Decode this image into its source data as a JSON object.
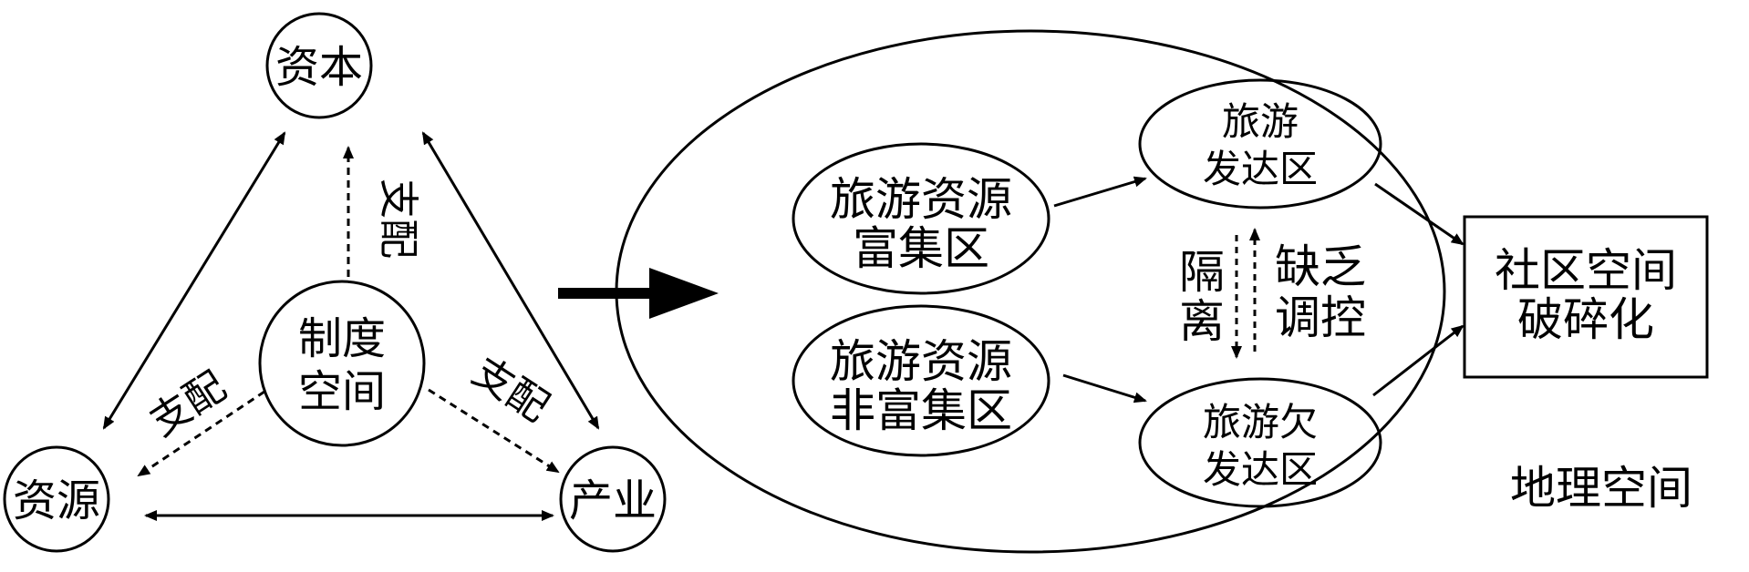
{
  "left_diagram": {
    "capital": "资本",
    "resources": "资源",
    "industry": "产业",
    "institution_line1": "制度",
    "institution_line2": "空间",
    "dominate_top": "支配",
    "dominate_left": "支配",
    "dominate_right": "支配"
  },
  "right_diagram": {
    "rich_area_line1": "旅游资源",
    "rich_area_line2": "富集区",
    "nonrich_area_line1": "旅游资源",
    "nonrich_area_line2": "非富集区",
    "developed_line1": "旅游",
    "developed_line2": "发达区",
    "underdeveloped_line1": "旅游欠",
    "underdeveloped_line2": "发达区",
    "isolation_char1": "隔",
    "isolation_char2": "离",
    "lack_control_line1": "缺乏",
    "lack_control_line2": "调控",
    "community_line1": "社区空间",
    "community_line2": "破碎化",
    "geo_space": "地理空间"
  }
}
